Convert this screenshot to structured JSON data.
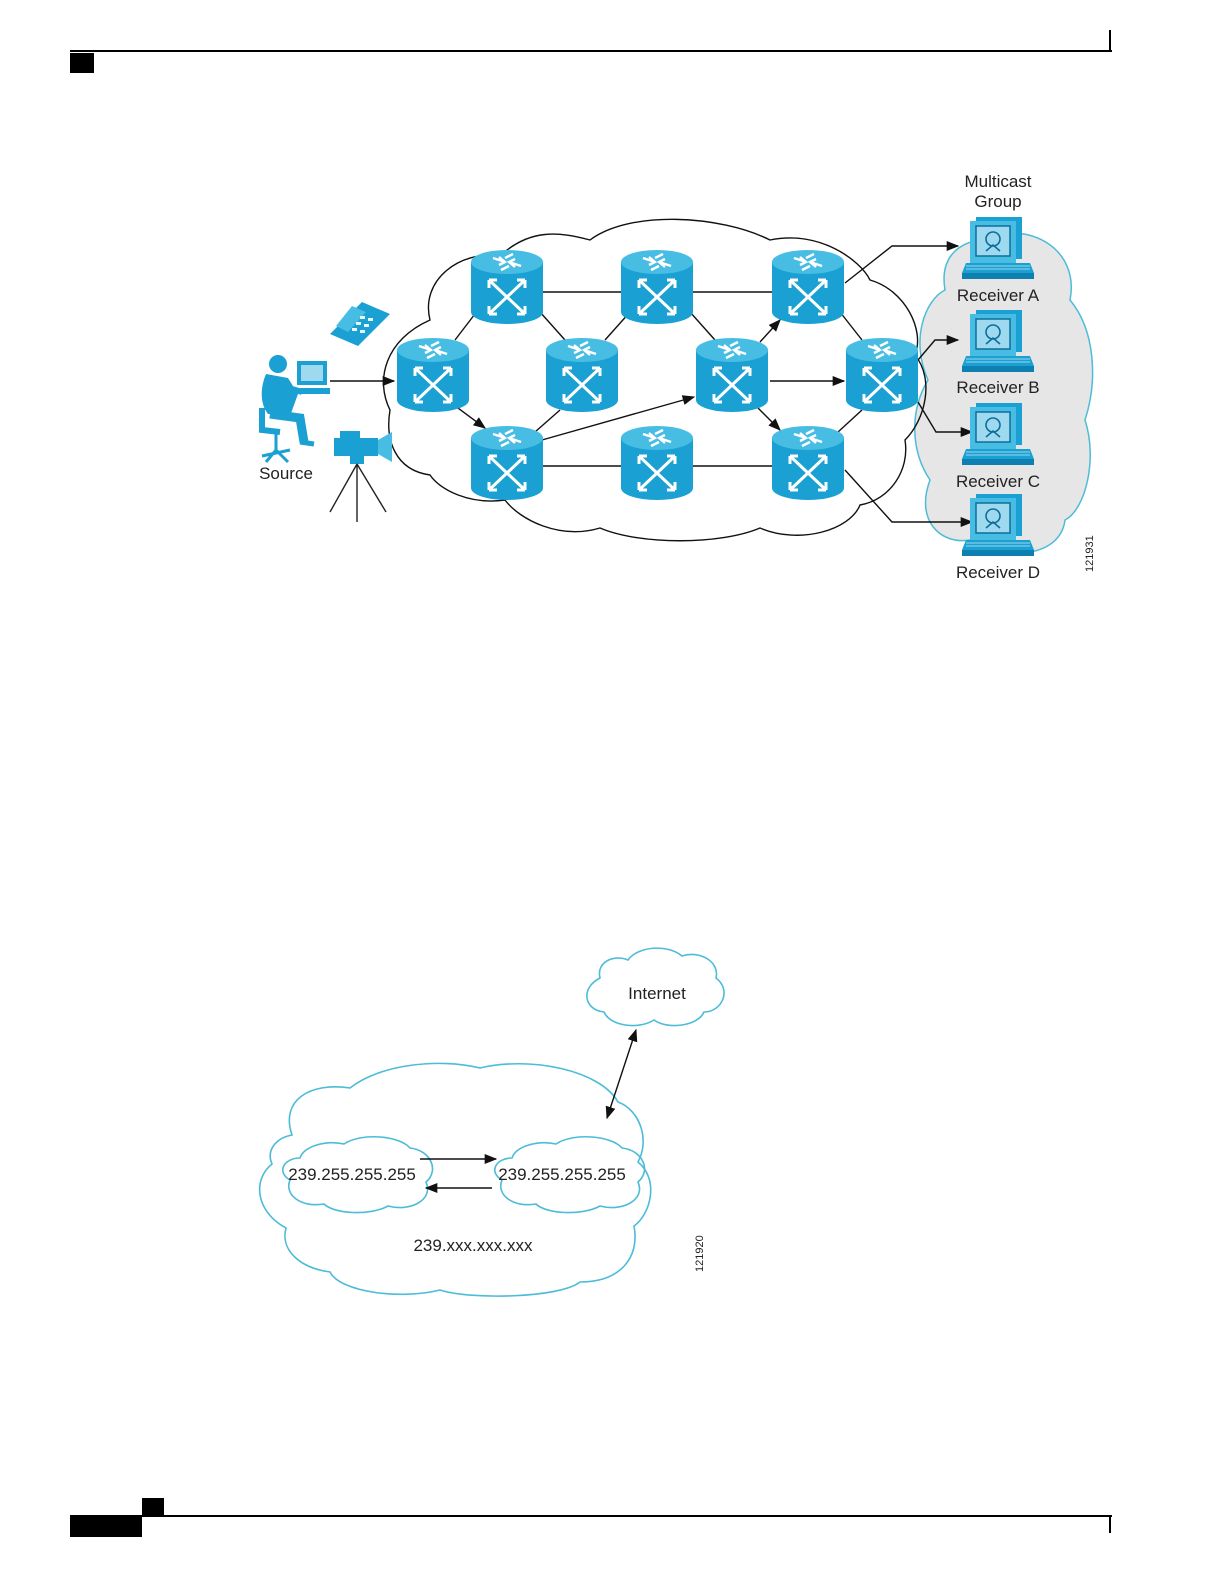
{
  "figure1": {
    "group_label_line1": "Multicast",
    "group_label_line2": "Group",
    "source_label": "Source",
    "receivers": [
      "Receiver A",
      "Receiver B",
      "Receiver C",
      "Receiver D"
    ],
    "figure_id": "121931"
  },
  "figure2": {
    "internet_label": "Internet",
    "left_scope": "239.255.255.255",
    "right_scope": "239.255.255.255",
    "org_scope": "239.xxx.xxx.xxx",
    "figure_id": "121920"
  },
  "colors": {
    "router_fill": "#1aa0d2",
    "router_top": "#47bde3",
    "cloud_stroke": "#4cbcd8",
    "group_fill": "#e6e6e6",
    "icon_blue": "#1aa0d2"
  }
}
